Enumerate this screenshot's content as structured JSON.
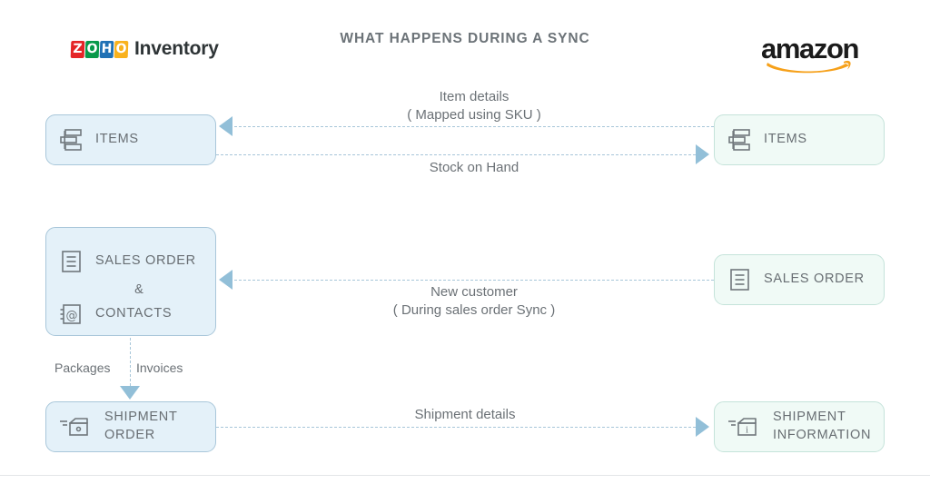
{
  "header": {
    "title": "WHAT HAPPENS DURING A SYNC",
    "left_brand": {
      "logo_tiles": [
        "Z",
        "O",
        "H",
        "O"
      ],
      "word": "Inventory",
      "colors": {
        "tile_red": "#e42527",
        "tile_green": "#089949",
        "tile_blue": "#2071b5",
        "tile_yellow": "#f9b21d",
        "word": "#2e3436"
      }
    },
    "right_brand": {
      "word": "amazon",
      "smile_color": "#f6a019",
      "word_color": "#1b1b1b"
    }
  },
  "theme": {
    "left_fill": "#e4f1f9",
    "left_border": "#a9c7da",
    "right_fill": "#f0faf6",
    "right_border": "#c5e3da",
    "connector": "#a7c6d9",
    "arrow": "#92bfd8",
    "text": "#686e73"
  },
  "nodes": {
    "items_left": {
      "label": "ITEMS",
      "icon": "items-stack-icon"
    },
    "items_right": {
      "label": "ITEMS",
      "icon": "items-stack-icon"
    },
    "salesorder_left": {
      "label_1": "SALES ORDER",
      "amp": "&",
      "label_2": "CONTACTS",
      "icon_1": "document-lines-icon",
      "icon_2": "contacts-at-icon"
    },
    "salesorder_right": {
      "label": "SALES ORDER",
      "icon": "document-lines-icon"
    },
    "shipment_left": {
      "label": "SHIPMENT\nORDER",
      "icon": "shipping-box-icon"
    },
    "shipment_right": {
      "label": "SHIPMENT\nINFORMATION",
      "icon": "shipping-box-info-icon"
    }
  },
  "flows": [
    {
      "id": "item-details",
      "label": "Item details\n( Mapped using SKU )",
      "direction": "right-to-left"
    },
    {
      "id": "stock-on-hand",
      "label": "Stock on Hand",
      "direction": "left-to-right"
    },
    {
      "id": "new-customer",
      "label": "New customer\n( During sales order Sync )",
      "direction": "right-to-left"
    },
    {
      "id": "shipment-details",
      "label": "Shipment details",
      "direction": "left-to-right"
    }
  ],
  "internal_flow": {
    "left_label": "Packages",
    "right_label": "Invoices",
    "direction": "down"
  }
}
